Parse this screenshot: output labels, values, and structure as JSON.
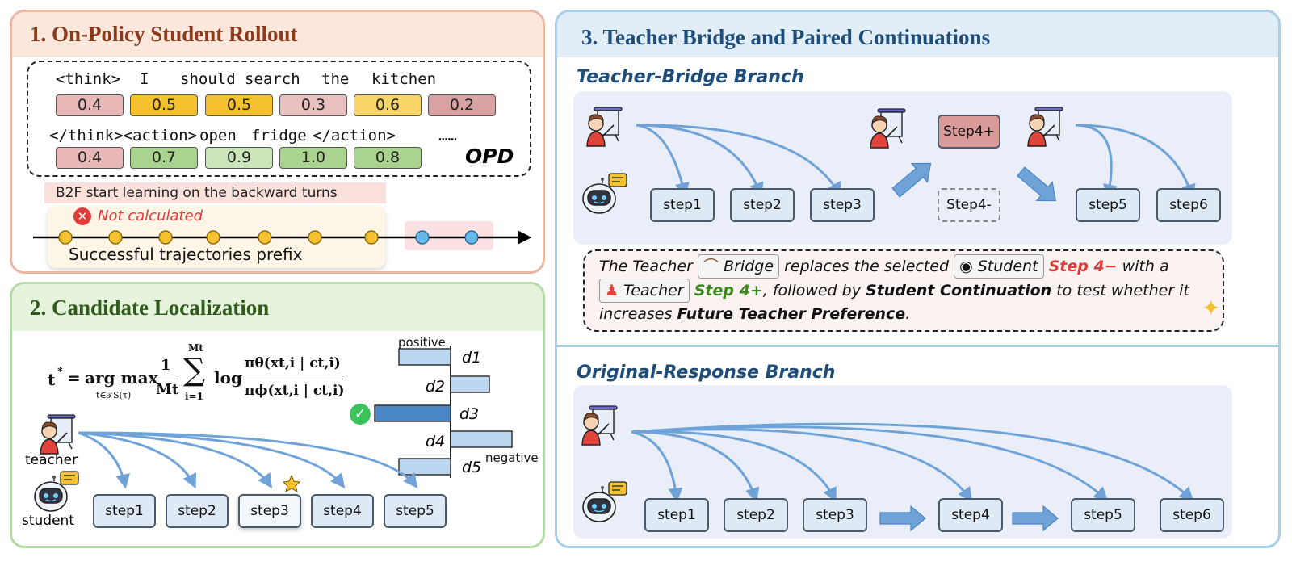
{
  "panel1": {
    "title": "1. On-Policy Student Rollout",
    "tokens_row1": [
      "<think>",
      "I",
      "should",
      "search",
      "the",
      "kitchen"
    ],
    "scores_row1": [
      "0.4",
      "0.5",
      "0.5",
      "0.3",
      "0.6",
      "0.2"
    ],
    "tokens_row2": [
      "</think><action>",
      "open",
      "fridge",
      "</action>",
      "……"
    ],
    "scores_row2": [
      "0.4",
      "0.7",
      "0.9",
      "1.0",
      "0.8"
    ],
    "opd_label": "OPD",
    "b2f_note": "B2F start learning on the backward turns",
    "not_calculated": "Not calculated",
    "prefix_label": "Successful trajectories prefix"
  },
  "panel2": {
    "title": "2. Candidate Localization",
    "formula": {
      "lhs": "t",
      "lhs_sup": "*",
      "op": "arg max",
      "op_sub": "t∈𝒯S(τ)",
      "frac_num": "1",
      "frac_den": "Mt",
      "sum_top": "Mt",
      "sum_bottom": "i=1",
      "log": "log",
      "num": "πθ̄(xt,i | ct,i)",
      "den": "πϕ(xt,i | ct,i)"
    },
    "bars": {
      "positive": "positive",
      "negative": "negative",
      "labels": [
        "d1",
        "d2",
        "d3",
        "d4",
        "d5"
      ]
    },
    "teacher_label": "teacher",
    "student_label": "student",
    "steps": [
      "step1",
      "step2",
      "step3",
      "step4",
      "step5"
    ]
  },
  "panel3": {
    "title": "3. Teacher Bridge and Paired Continuations",
    "branch1_title": "Teacher-Bridge Branch",
    "branch1_steps": [
      "step1",
      "step2",
      "step3",
      "step5",
      "step6"
    ],
    "step4_plus": "Step4+",
    "step4_minus": "Step4-",
    "desc": {
      "t1": "The Teacher",
      "bridge": "Bridge",
      "t2": "replaces the selected",
      "student": "Student",
      "step4_minus": "Step 4−",
      "t3": "with a",
      "teacher": "Teacher",
      "step4_plus": "Step 4+",
      "t4": ", followed by",
      "cont": "Student Continuation",
      "t5": "to test whether it",
      "t6": "increases",
      "pref": "Future Teacher Preference",
      "t7": "."
    },
    "branch2_title": "Original-Response Branch",
    "branch2_steps": [
      "step1",
      "step2",
      "step3",
      "step4",
      "step5",
      "step6"
    ]
  },
  "colors": {
    "panel1_border": "#e8b8a4",
    "panel1_header": "#fbe7dc",
    "panel2_border": "#b5d9a6",
    "panel2_header": "#e6f3dd",
    "panel3_border": "#a8cde6",
    "panel3_header": "#e1eef8",
    "title1": "#8b3a1c",
    "title2": "#2e5a1a",
    "title3": "#1f4d7a",
    "arrow": "#6fa3d8",
    "red_score": "#e8b8b8",
    "yellow_score": "#f6c12e",
    "green_score": "#a9d38e",
    "step_fill": "#dde9f5"
  },
  "icons": [
    "teacher-icon",
    "student-robot-icon",
    "bridge-icon",
    "hand-star-icon",
    "check-icon",
    "cross-icon",
    "sparkle-icon"
  ]
}
